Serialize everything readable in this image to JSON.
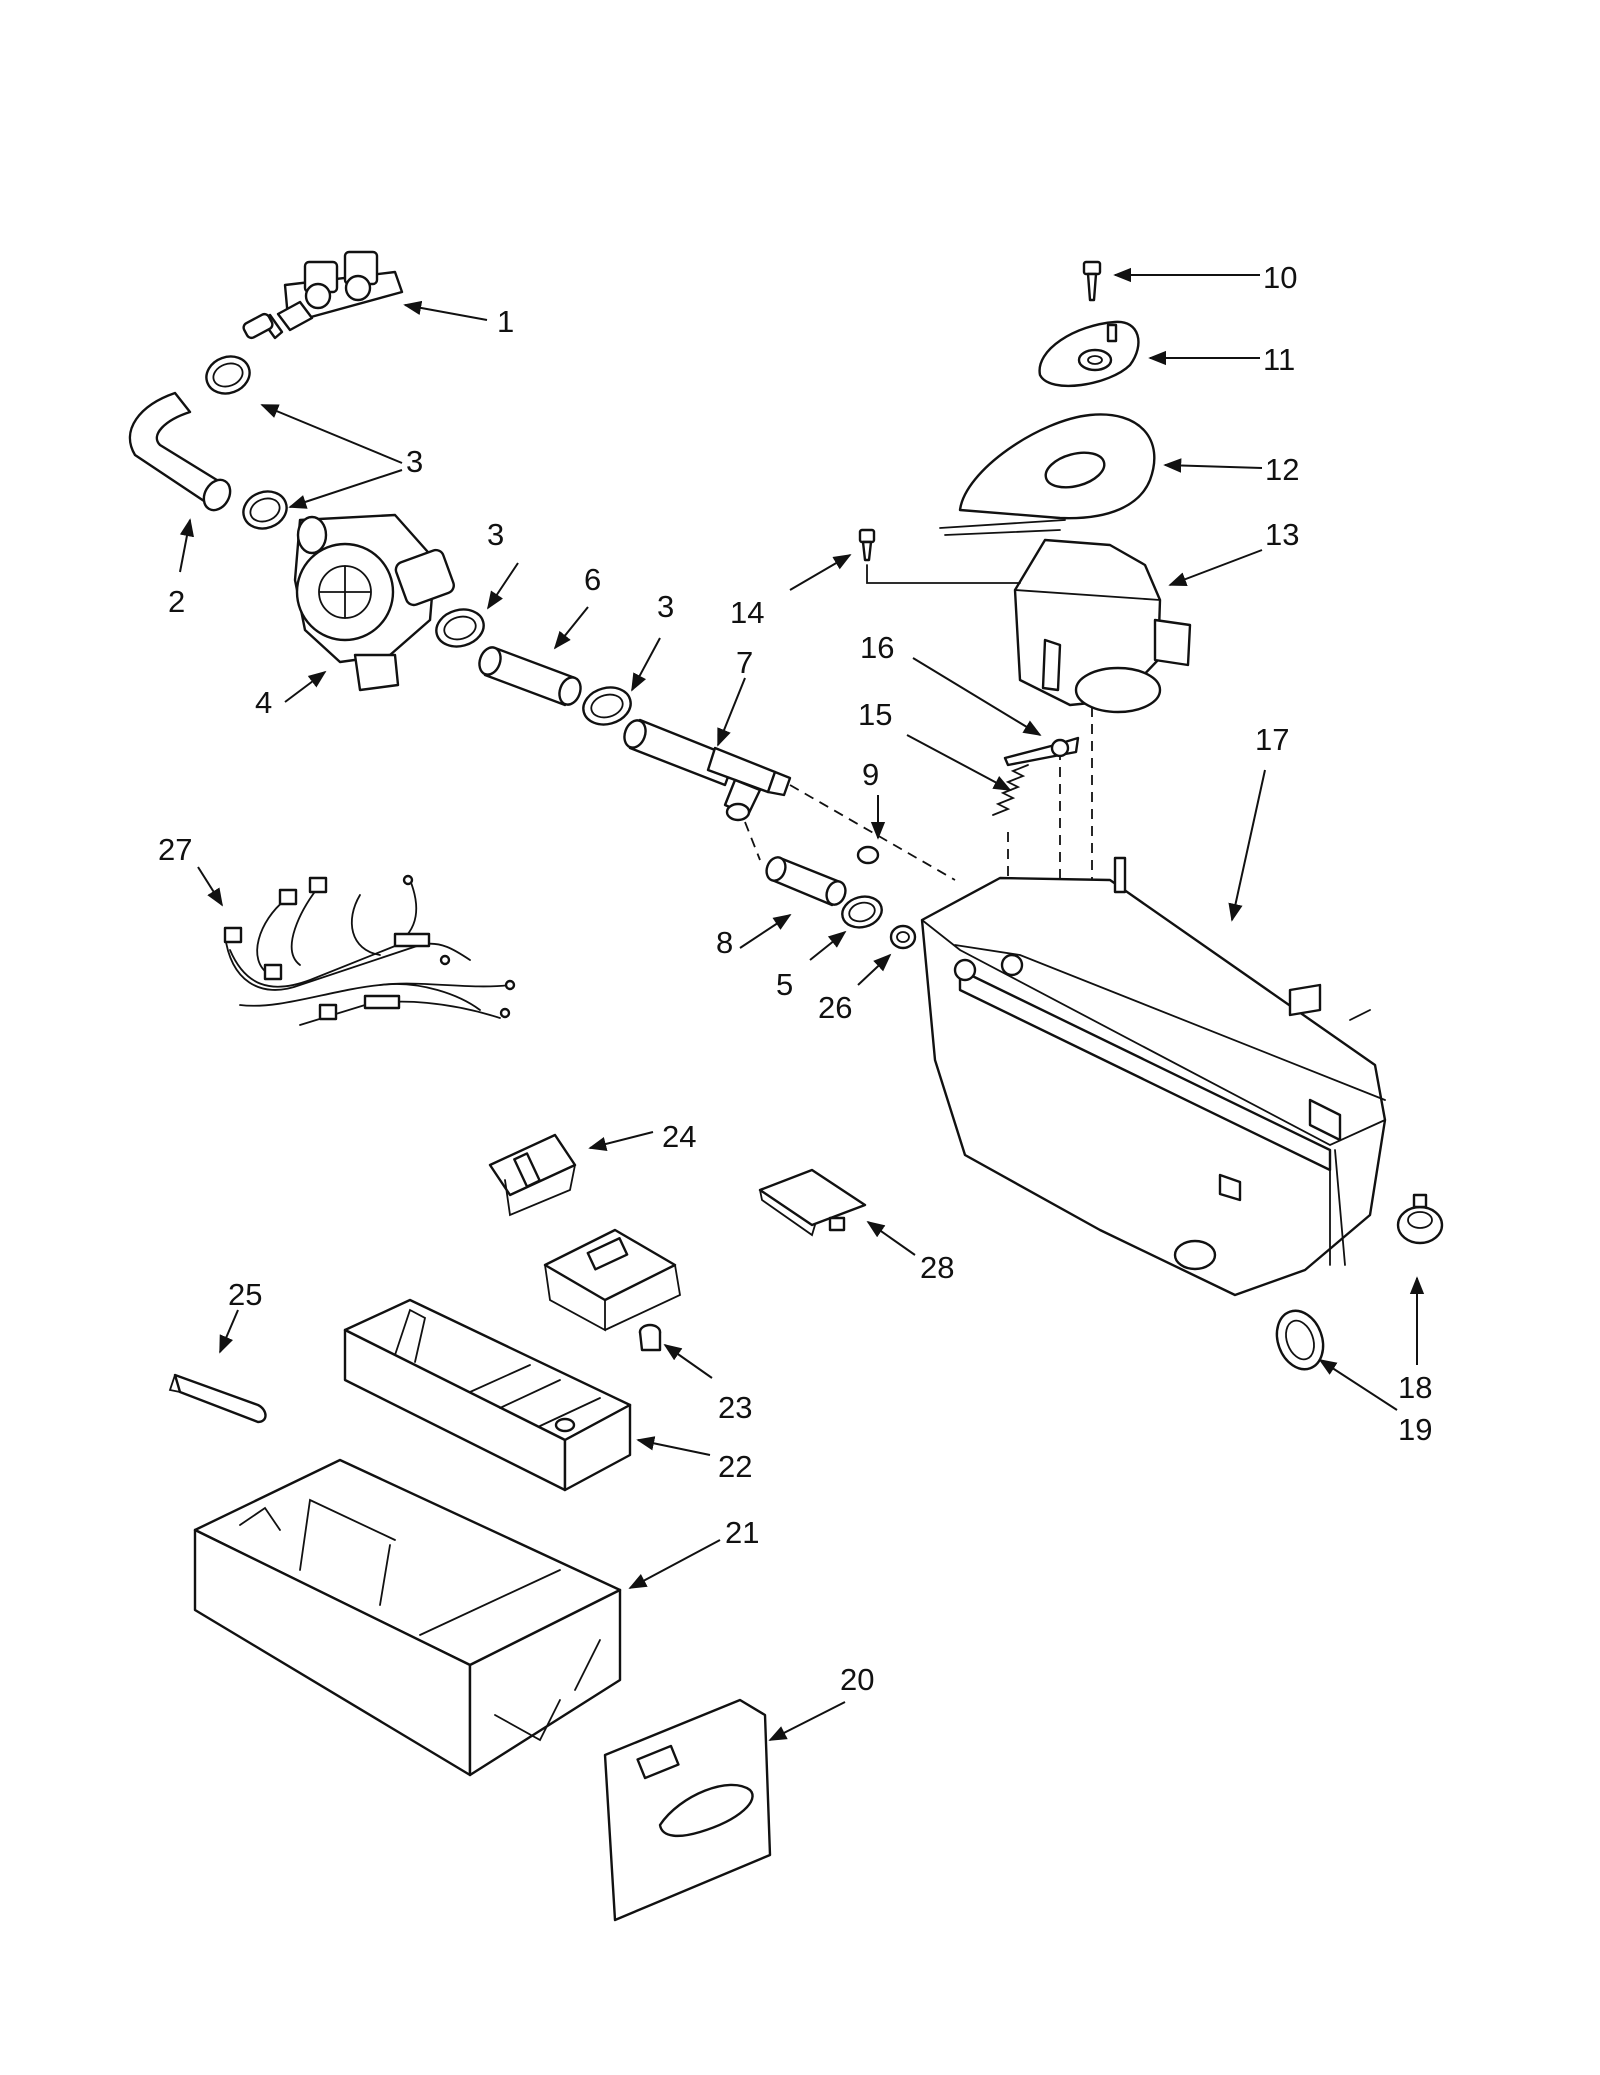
{
  "callouts": [
    "1",
    "2",
    "3",
    "3",
    "3",
    "4",
    "5",
    "6",
    "7",
    "8",
    "9",
    "10",
    "11",
    "12",
    "13",
    "14",
    "15",
    "16",
    "17",
    "18",
    "19",
    "20",
    "21",
    "22",
    "23",
    "24",
    "25",
    "26",
    "27",
    "28"
  ],
  "colors": {
    "line": "#111111",
    "paper": "#ffffff",
    "part_fill": "#f4f4f4"
  }
}
